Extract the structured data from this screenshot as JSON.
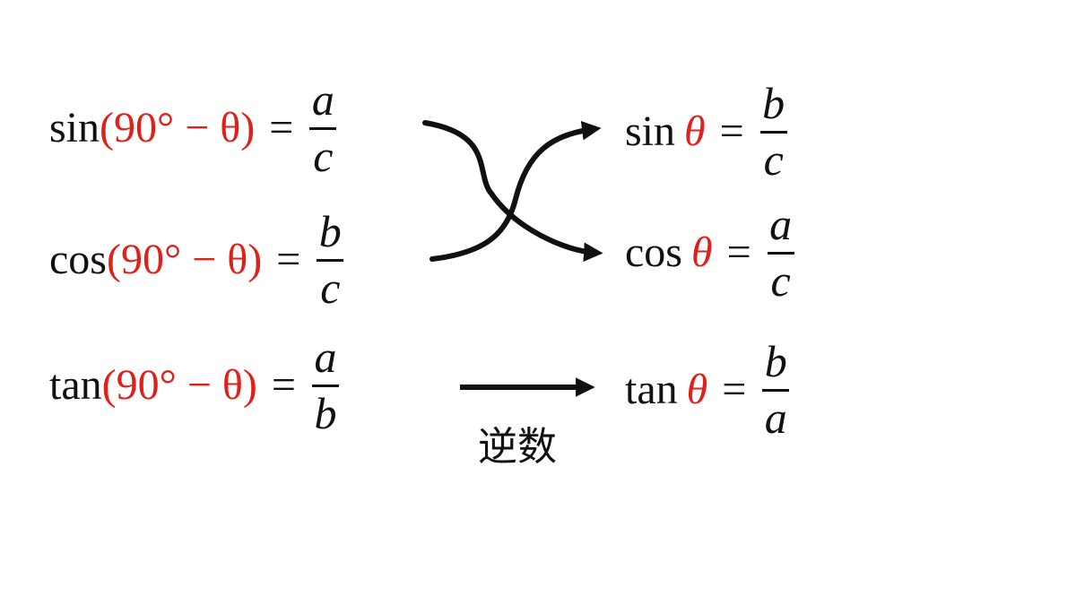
{
  "left": [
    {
      "fn": "sin",
      "arg": "(90° − θ)",
      "eq": "=",
      "num": "a",
      "den": "c"
    },
    {
      "fn": "cos",
      "arg": "(90° − θ)",
      "eq": "=",
      "num": "b",
      "den": "c"
    },
    {
      "fn": "tan",
      "arg": "(90° − θ)",
      "eq": "=",
      "num": "a",
      "den": "b"
    }
  ],
  "right": [
    {
      "fn": "sin",
      "var": "θ",
      "eq": "=",
      "num": "b",
      "den": "c"
    },
    {
      "fn": "cos",
      "var": "θ",
      "eq": "=",
      "num": "a",
      "den": "c"
    },
    {
      "fn": "tan",
      "var": "θ",
      "eq": "=",
      "num": "b",
      "den": "a"
    }
  ],
  "arrow_label": "逆数",
  "colors": {
    "highlight": "#e0201b",
    "text": "#111111"
  }
}
